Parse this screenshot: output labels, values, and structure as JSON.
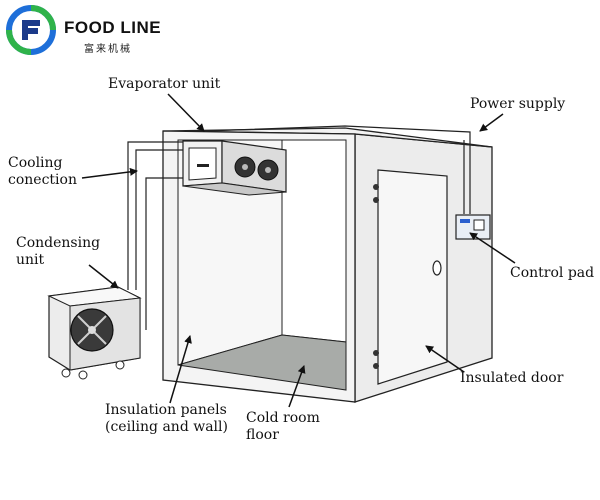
{
  "brand": {
    "name": "FOOD LINE",
    "subtitle": "富来机械",
    "colors": {
      "blue": "#1e6fd9",
      "green": "#2fb34a",
      "navy": "#1b3a8a"
    }
  },
  "labels": {
    "evaporator": "Evaporator unit",
    "power": "Power supply",
    "cooling_line1": "Cooling",
    "cooling_line2": "conection",
    "condensing_line1": "Condensing",
    "condensing_line2": "unit",
    "control": "Control pad",
    "door": "Insulated door",
    "panels_line1": "Insulation panels",
    "panels_line2": "(ceiling and wall)",
    "floor_line1": "Cold room",
    "floor_line2": "floor"
  },
  "icons": [
    "food-line-logo-icon",
    "condensing-unit-fan-icon",
    "evaporator-fan-icon",
    "control-pad-icon"
  ]
}
